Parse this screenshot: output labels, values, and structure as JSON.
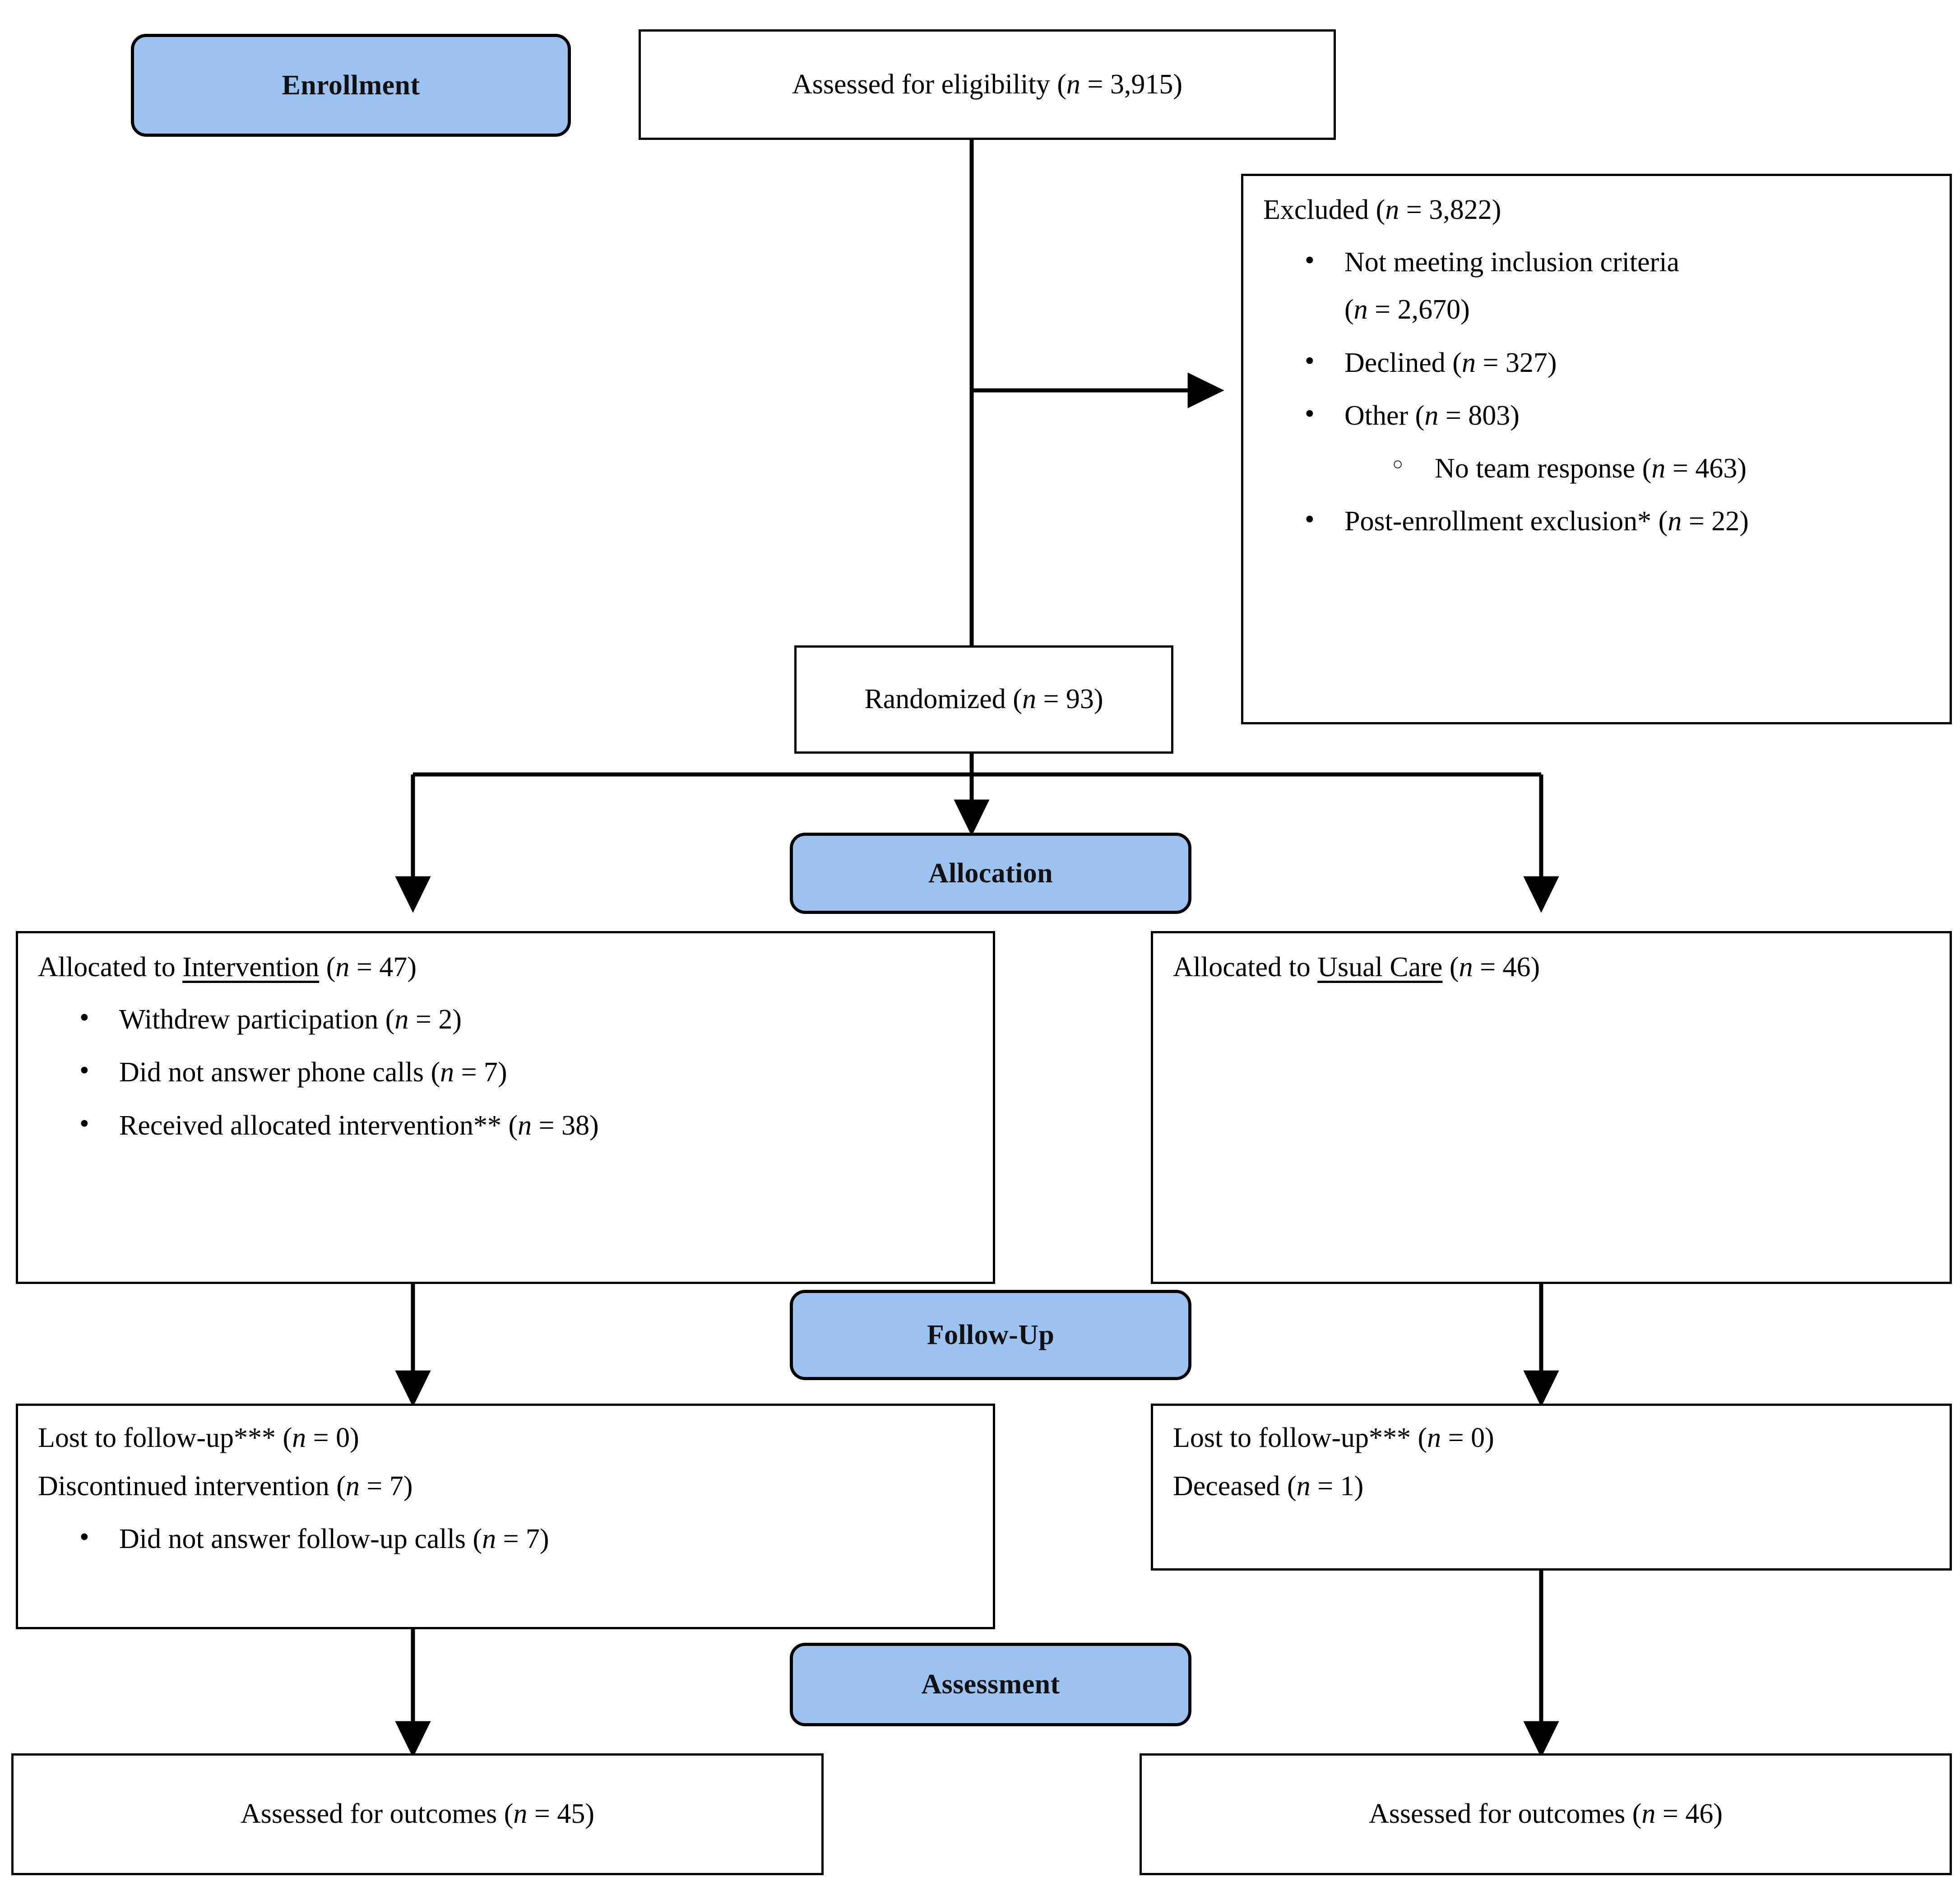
{
  "diagram": {
    "type": "consort-flow-diagram",
    "accent_color": "#9CC3F0",
    "border_color": "#000000",
    "background": "#ffffff"
  },
  "stages": {
    "enrollment": "Enrollment",
    "allocation": "Allocation",
    "follow_up": "Follow-Up",
    "assessment": "Assessment"
  },
  "enrollment": {
    "assessed": {
      "text_before": "Assessed for eligibility (",
      "n_symbol": "n",
      "text_after": " = 3,915)",
      "value": 3915
    },
    "excluded": {
      "heading_before": "Excluded (",
      "n_symbol": "n",
      "heading_after": " = 3,822)",
      "value": 3822,
      "items": [
        {
          "label": "Not meeting inclusion criteria",
          "n_symbol": "n",
          "count": "",
          "continuation_before": "(",
          "continuation_after": " = 2,670)",
          "value": 2670,
          "level": 1,
          "wrapped": true
        },
        {
          "label": "Declined (",
          "n_symbol": "n",
          "after": " = 327)",
          "value": 327,
          "level": 1,
          "wrapped": false
        },
        {
          "label": "Other (",
          "n_symbol": "n",
          "after": " = 803)",
          "value": 803,
          "level": 1,
          "wrapped": false
        },
        {
          "label": "No team response (",
          "n_symbol": "n",
          "after": " = 463)",
          "value": 463,
          "level": 2,
          "wrapped": false
        },
        {
          "label": "Post-enrollment exclusion* (",
          "n_symbol": "n",
          "after": " = 22)",
          "value": 22,
          "level": 1,
          "wrapped": false
        }
      ]
    },
    "randomized": {
      "text_before": "Randomized (",
      "n_symbol": "n",
      "text_after": " = 93)",
      "value": 93
    }
  },
  "allocation": {
    "left": {
      "heading_prefix": "Allocated to ",
      "heading_underlined": "Intervention",
      "heading_suffix_before": " (",
      "n_symbol": "n",
      "heading_suffix_after": " = 47)",
      "value": 47,
      "items": [
        {
          "label": "Withdrew participation (",
          "n_symbol": "n",
          "after": " = 2)",
          "value": 2
        },
        {
          "label": "Did not answer phone calls (",
          "n_symbol": "n",
          "after": " = 7)",
          "value": 7
        },
        {
          "label": "Received allocated intervention** (",
          "n_symbol": "n",
          "after": " = 38)",
          "value": 38
        }
      ]
    },
    "right": {
      "heading_prefix": "Allocated to ",
      "heading_underlined": "Usual Care",
      "heading_suffix_before": " (",
      "n_symbol": "n",
      "heading_suffix_after": " = 46)",
      "value": 46,
      "items": []
    }
  },
  "follow_up": {
    "left": {
      "lines": [
        {
          "before": "Lost to follow-up*** (",
          "n_symbol": "n",
          "after": " = 0)",
          "value": 0
        },
        {
          "before": "Discontinued intervention (",
          "n_symbol": "n",
          "after": " = 7)",
          "value": 7
        }
      ],
      "items": [
        {
          "label": "Did not answer follow-up calls (",
          "n_symbol": "n",
          "after": " = 7)",
          "value": 7
        }
      ]
    },
    "right": {
      "lines": [
        {
          "before": "Lost to follow-up*** (",
          "n_symbol": "n",
          "after": " = 0)",
          "value": 0
        },
        {
          "before": "Deceased (",
          "n_symbol": "n",
          "after": " = 1)",
          "value": 1
        }
      ],
      "items": []
    }
  },
  "assessment": {
    "left": {
      "text_before": "Assessed for outcomes (",
      "n_symbol": "n",
      "text_after": " = 45)",
      "value": 45
    },
    "right": {
      "text_before": "Assessed for outcomes (",
      "n_symbol": "n",
      "text_after": " = 46)",
      "value": 46
    }
  },
  "chart_data": {
    "type": "diagram",
    "title": "CONSORT participant flow",
    "nodes": [
      {
        "id": "assessed",
        "label": "Assessed for eligibility",
        "n": 3915
      },
      {
        "id": "excluded",
        "label": "Excluded",
        "n": 3822
      },
      {
        "id": "excl_not_meeting",
        "label": "Not meeting inclusion criteria",
        "n": 2670
      },
      {
        "id": "excl_declined",
        "label": "Declined",
        "n": 327
      },
      {
        "id": "excl_other",
        "label": "Other",
        "n": 803
      },
      {
        "id": "excl_no_team_response",
        "label": "No team response",
        "n": 463
      },
      {
        "id": "excl_post_enrollment",
        "label": "Post-enrollment exclusion*",
        "n": 22
      },
      {
        "id": "randomized",
        "label": "Randomized",
        "n": 93
      },
      {
        "id": "alloc_intervention",
        "label": "Allocated to Intervention",
        "n": 47
      },
      {
        "id": "alloc_withdrew",
        "label": "Withdrew participation",
        "n": 2
      },
      {
        "id": "alloc_no_phone",
        "label": "Did not answer phone calls",
        "n": 7
      },
      {
        "id": "alloc_received",
        "label": "Received allocated intervention**",
        "n": 38
      },
      {
        "id": "alloc_usual_care",
        "label": "Allocated to Usual Care",
        "n": 46
      },
      {
        "id": "fu_left_lost",
        "label": "Lost to follow-up***",
        "n": 0
      },
      {
        "id": "fu_left_discont",
        "label": "Discontinued intervention",
        "n": 7
      },
      {
        "id": "fu_left_no_calls",
        "label": "Did not answer follow-up calls",
        "n": 7
      },
      {
        "id": "fu_right_lost",
        "label": "Lost to follow-up***",
        "n": 0
      },
      {
        "id": "fu_right_deceased",
        "label": "Deceased",
        "n": 1
      },
      {
        "id": "assessed_left",
        "label": "Assessed for outcomes",
        "n": 45
      },
      {
        "id": "assessed_right",
        "label": "Assessed for outcomes",
        "n": 46
      }
    ],
    "edges": [
      {
        "from": "assessed",
        "to": "excluded"
      },
      {
        "from": "assessed",
        "to": "randomized"
      },
      {
        "from": "randomized",
        "to": "alloc_intervention"
      },
      {
        "from": "randomized",
        "to": "alloc_usual_care"
      },
      {
        "from": "alloc_intervention",
        "to": "fu_left_lost"
      },
      {
        "from": "alloc_usual_care",
        "to": "fu_right_lost"
      },
      {
        "from": "fu_left_lost",
        "to": "assessed_left"
      },
      {
        "from": "fu_right_lost",
        "to": "assessed_right"
      }
    ]
  }
}
